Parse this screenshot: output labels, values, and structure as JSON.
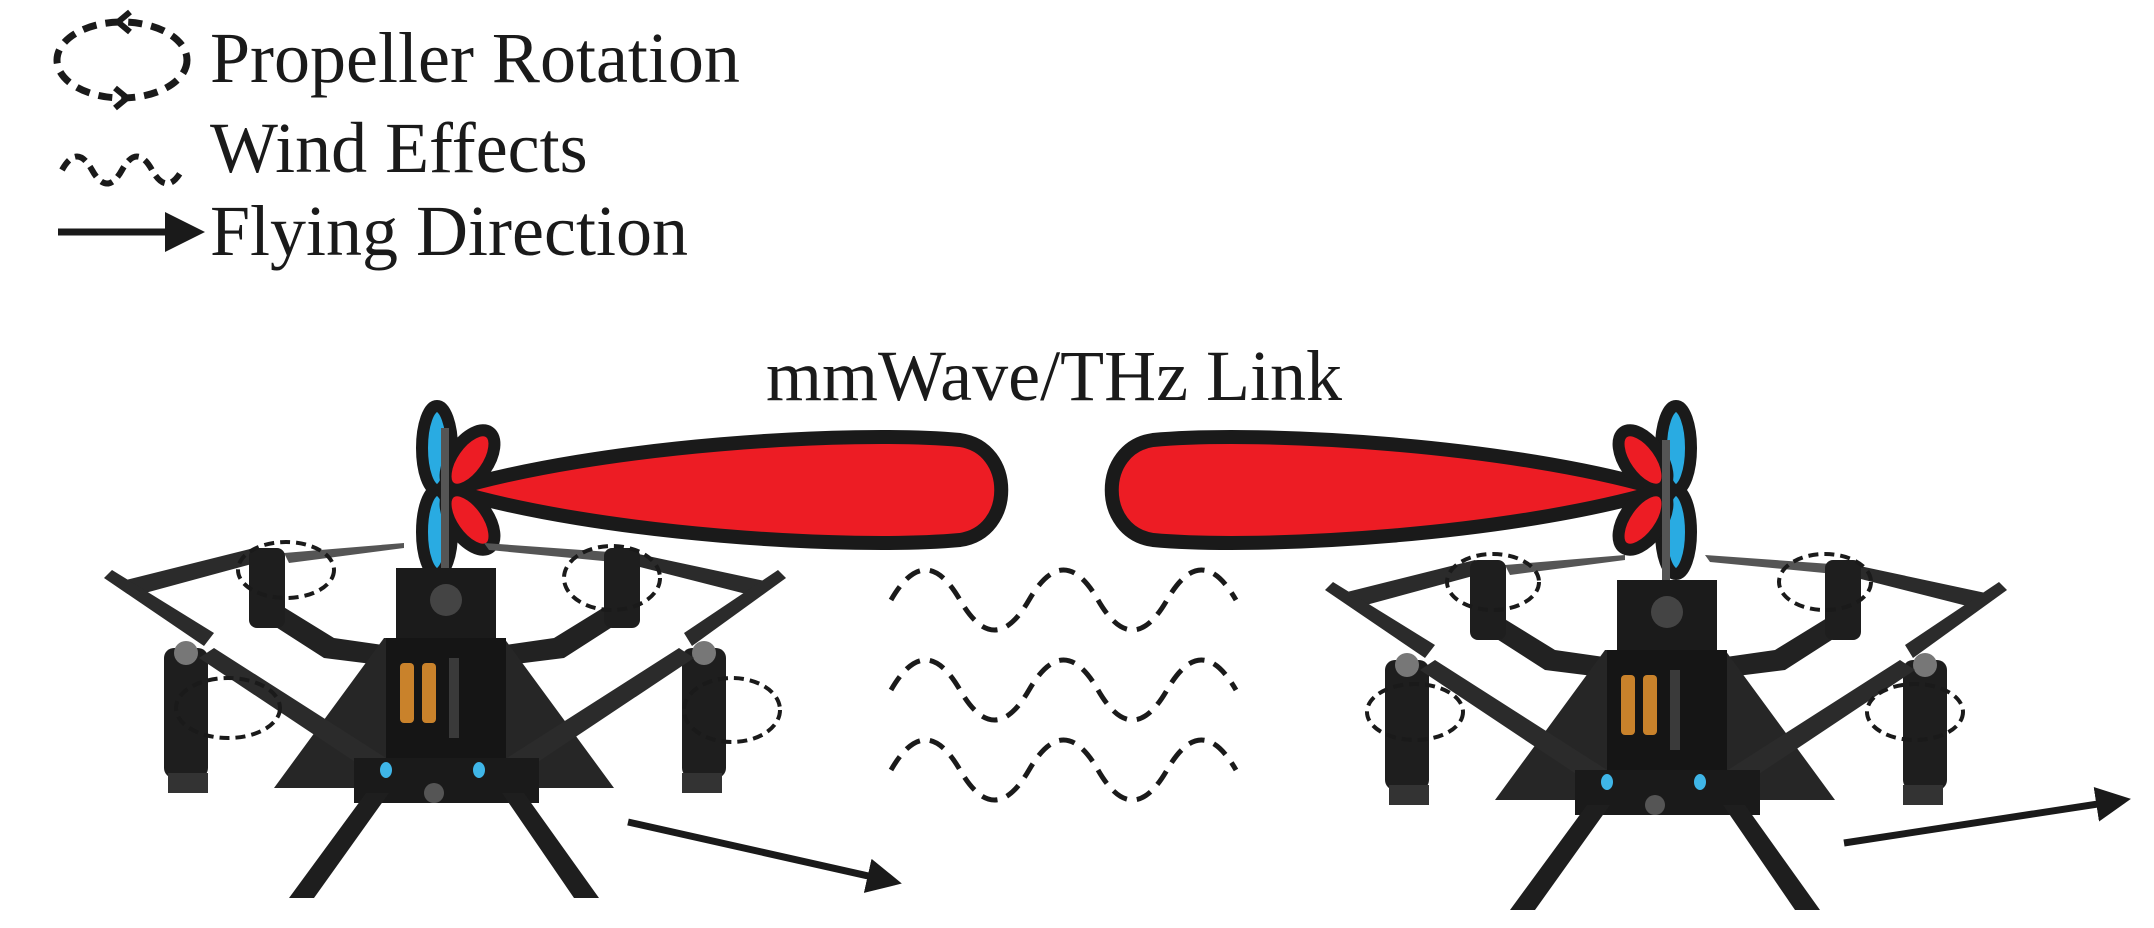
{
  "legend": {
    "items": [
      {
        "icon": "dashed-rotation-ellipse-icon",
        "label": "Propeller Rotation"
      },
      {
        "icon": "dashed-wave-icon",
        "label": "Wind Effects"
      },
      {
        "icon": "arrow-right-icon",
        "label": "Flying Direction"
      }
    ]
  },
  "link": {
    "label": "mmWave/THz Link"
  },
  "colors": {
    "beam_main": "#ed1c24",
    "beam_side": "#29abe2",
    "outline": "#1a1a1a",
    "drone_body": "#2b2b2b",
    "led": "#3fb6e8",
    "battery": "#c9822b"
  }
}
